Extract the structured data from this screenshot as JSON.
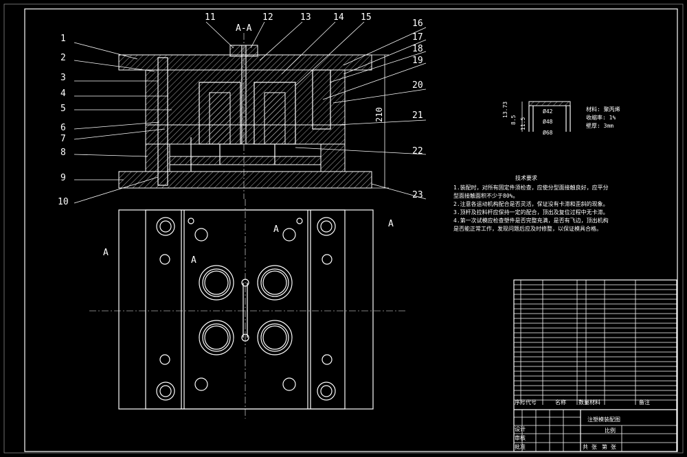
{
  "section_title": "A-A",
  "section_marks": [
    "A",
    "A",
    "A",
    "A"
  ],
  "part_callouts": [
    "1",
    "2",
    "3",
    "4",
    "5",
    "6",
    "7",
    "8",
    "9",
    "10",
    "11",
    "12",
    "13",
    "14",
    "15",
    "16",
    "17",
    "18",
    "19",
    "20",
    "21",
    "22",
    "23"
  ],
  "main_dimension": "210",
  "part_dimensions": {
    "d1": "13.73",
    "d2": "8.5",
    "d3": "11.5",
    "dia_inner": "Ø42",
    "dia_mid": "Ø48",
    "dia_outer": "Ø68"
  },
  "part_info": [
    "材料: 聚丙烯",
    "收缩率: 1%",
    "壁厚: 3mm"
  ],
  "tech_title": "技术要求",
  "tech_lines": [
    "1.装配时，对所有固定件须检查，应使分型面接触良好，应平分",
    "型面接触面积不少于80%。",
    "2.注意各运动机构配合是否灵活，保证没有卡滞和歪斜的现象。",
    "3.顶杆及拉料杆应保持一定的配合，顶出及复位过程中无卡滞。",
    "4.第一次试模应检查塑件是否完整充满，是否有飞边，顶出机构",
    "是否能正常工作，发现问题后应及时修整，以保证模具合格。"
  ],
  "title_block": {
    "drawing_name": "注塑模装配图",
    "scale_label": "比例",
    "sheet_labels": [
      "共 张",
      "第 张"
    ],
    "designer_label": "设计",
    "checker_label": "审核",
    "approve_label": "批准",
    "header_cols": [
      "序号",
      "代号",
      "名称",
      "数量",
      "材料",
      "备注"
    ]
  }
}
